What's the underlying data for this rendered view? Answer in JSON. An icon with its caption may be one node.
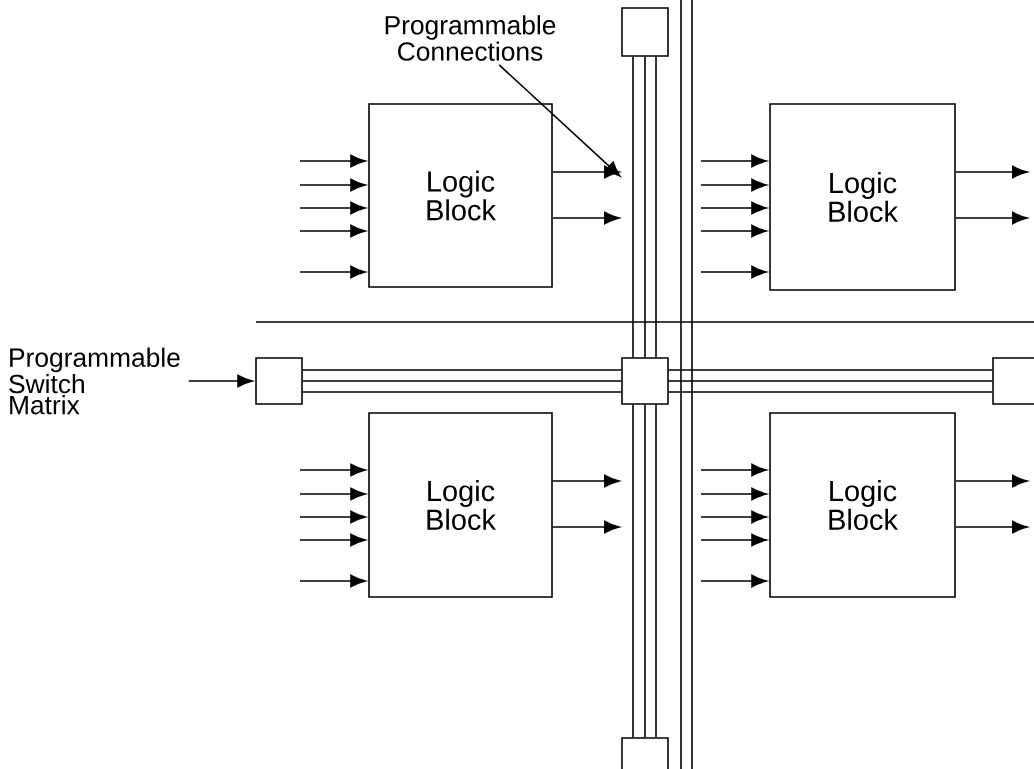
{
  "diagram": {
    "nodes": [
      {
        "text": [
          "Programmable Connections"
        ]
      },
      {
        "text": [],
        "shape": "box"
      },
      {
        "text": [
          "Logic Block"
        ]
      },
      {
        "text": [
          "Logic Block"
        ]
      },
      {
        "text": [
          "Programmable Switch Matrix"
        ]
      },
      {
        "text": [],
        "shape": "box"
      },
      {
        "text": [],
        "shape": "box"
      },
      {
        "text": [],
        "shape": "box"
      },
      {
        "text": [
          "Logic Block"
        ]
      },
      {
        "text": [
          "Logic Block"
        ]
      },
      {
        "text": [],
        "shape": "box"
      }
    ],
    "edges": [
      {
        "from": 0,
        "to": null,
        "arrow": "to"
      },
      {
        "from": 4,
        "to": 5,
        "arrow": "to"
      },
      {
        "from": 1,
        "to": 6,
        "arrow": "none"
      },
      {
        "from": 5,
        "to": 6,
        "arrow": "none"
      },
      {
        "from": 6,
        "to": 7,
        "arrow": "none"
      },
      {
        "from": 6,
        "to": 10,
        "arrow": "none"
      },
      {
        "from": null,
        "to": 2,
        "arrow": "to"
      },
      {
        "from": null,
        "to": 2,
        "arrow": "to"
      },
      {
        "from": null,
        "to": 2,
        "arrow": "to"
      },
      {
        "from": null,
        "to": 2,
        "arrow": "to"
      },
      {
        "from": null,
        "to": 2,
        "arrow": "to"
      },
      {
        "from": 2,
        "to": null,
        "arrow": "to"
      },
      {
        "from": 2,
        "to": null,
        "arrow": "to"
      },
      {
        "from": null,
        "to": 3,
        "arrow": "to"
      },
      {
        "from": null,
        "to": 3,
        "arrow": "to"
      },
      {
        "from": null,
        "to": 3,
        "arrow": "to"
      },
      {
        "from": null,
        "to": 3,
        "arrow": "to"
      },
      {
        "from": null,
        "to": 3,
        "arrow": "to"
      },
      {
        "from": 3,
        "to": null,
        "arrow": "to"
      },
      {
        "from": 3,
        "to": null,
        "arrow": "to"
      },
      {
        "from": null,
        "to": 8,
        "arrow": "to"
      },
      {
        "from": null,
        "to": 8,
        "arrow": "to"
      },
      {
        "from": null,
        "to": 8,
        "arrow": "to"
      },
      {
        "from": null,
        "to": 8,
        "arrow": "to"
      },
      {
        "from": null,
        "to": 8,
        "arrow": "to"
      },
      {
        "from": 8,
        "to": null,
        "arrow": "to"
      },
      {
        "from": 8,
        "to": null,
        "arrow": "to"
      },
      {
        "from": null,
        "to": 9,
        "arrow": "to"
      },
      {
        "from": null,
        "to": 9,
        "arrow": "to"
      },
      {
        "from": null,
        "to": 9,
        "arrow": "to"
      },
      {
        "from": null,
        "to": 9,
        "arrow": "to"
      },
      {
        "from": null,
        "to": 9,
        "arrow": "to"
      },
      {
        "from": 9,
        "to": null,
        "arrow": "to"
      },
      {
        "from": 9,
        "to": null,
        "arrow": "to"
      }
    ]
  }
}
